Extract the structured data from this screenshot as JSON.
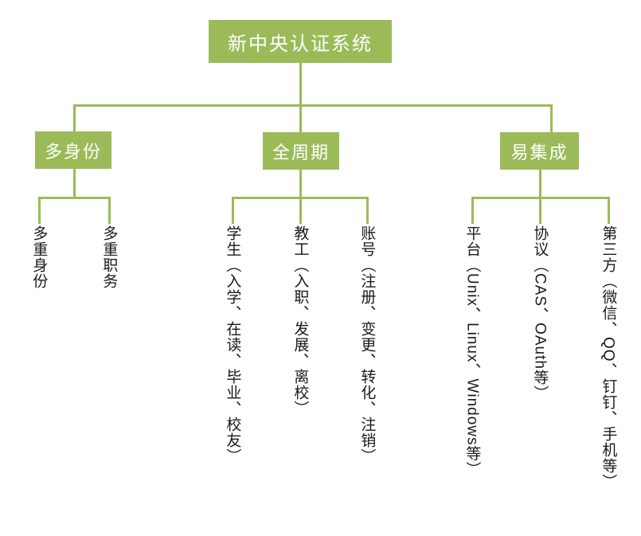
{
  "diagram": {
    "type": "org-tree",
    "title": "新中央认证系统",
    "accent_color": "#9BBB59",
    "box_text_color": "#FFFFFF",
    "leaf_text_color": "#1A1A1A",
    "background_color": "#FFFFFF",
    "root": {
      "label": "新中央认证系统"
    },
    "branches": [
      {
        "label": "多身份",
        "leaves": [
          {
            "label": "多重身份",
            "orientation": "upright"
          },
          {
            "label": "多重职务",
            "orientation": "upright"
          }
        ]
      },
      {
        "label": "全周期",
        "leaves": [
          {
            "label": "学生（入学、在读、毕业、校友）",
            "orientation": "upright"
          },
          {
            "label": "教工（入职、发展、离校）",
            "orientation": "upright"
          },
          {
            "label": "账号（注册、变更、转化、注销）",
            "orientation": "upright"
          }
        ]
      },
      {
        "label": "易集成",
        "leaves": [
          {
            "label": "平台（Unix、Linux、Windows等）",
            "orientation": "mixed"
          },
          {
            "label": "协议（CAS、OAuth等）",
            "orientation": "mixed"
          },
          {
            "label": "第三方（微信、QQ、钉钉、手机等）",
            "orientation": "mixed"
          }
        ]
      }
    ]
  }
}
